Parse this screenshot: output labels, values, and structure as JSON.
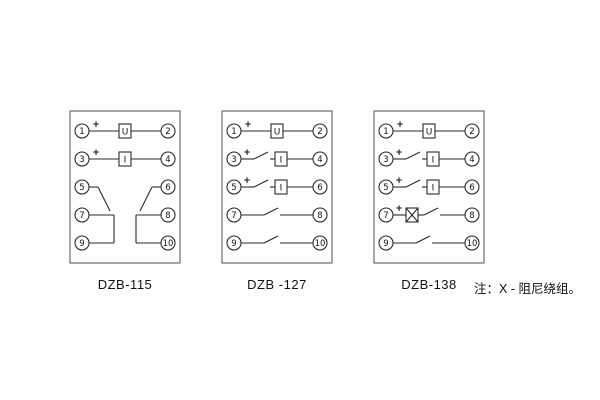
{
  "note": "注：X - 阻尼绕组。",
  "symbols": {
    "plus": "+"
  },
  "diagrams": {
    "d1": {
      "caption": "DZB-115",
      "terminals": {
        "t1": "1",
        "t2": "2",
        "t3": "3",
        "t4": "4",
        "t5": "5",
        "t6": "6",
        "t7": "7",
        "t8": "8",
        "t9": "9",
        "t10": "10"
      },
      "components": {
        "voltage": "U",
        "current": "I"
      }
    },
    "d2": {
      "caption": "DZB -127",
      "terminals": {
        "t1": "1",
        "t2": "2",
        "t3": "3",
        "t4": "4",
        "t5": "5",
        "t6": "6",
        "t7": "7",
        "t8": "8",
        "t9": "9",
        "t10": "10"
      },
      "components": {
        "voltage": "U",
        "current2": "I",
        "current3": "I"
      }
    },
    "d3": {
      "caption": "DZB-138",
      "terminals": {
        "t1": "1",
        "t2": "2",
        "t3": "3",
        "t4": "4",
        "t5": "5",
        "t6": "6",
        "t7": "7",
        "t8": "8",
        "t9": "9",
        "t10": "10"
      },
      "components": {
        "voltage": "U",
        "current2": "I",
        "current3": "I"
      }
    }
  }
}
